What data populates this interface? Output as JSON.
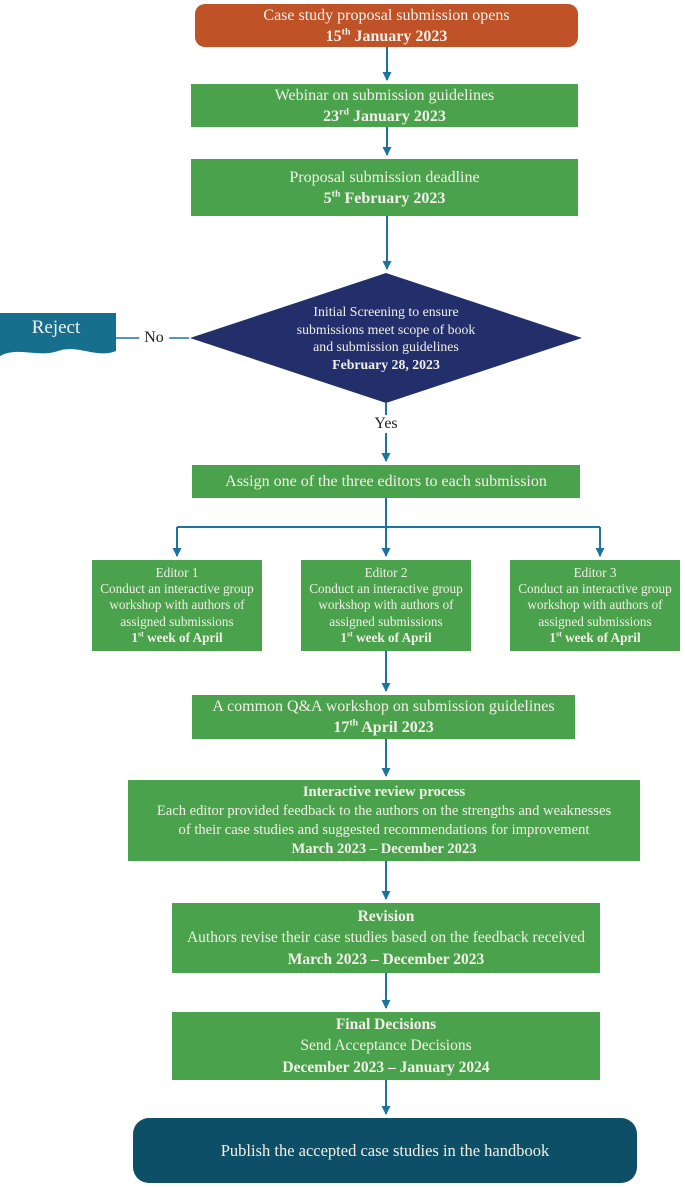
{
  "colors": {
    "orange": "#bf5227",
    "green": "#4ba24c",
    "navy": "#232f6b",
    "teal": "#16708d",
    "teal_dark": "#0d4f66",
    "connector": "#1b74a0",
    "text_light": "#f1efe8",
    "text_dark": "#1f1f1f"
  },
  "labels": {
    "no": "No",
    "yes": "Yes",
    "reject": "Reject"
  },
  "steps": {
    "open": {
      "line": "Case study proposal submission opens",
      "date": {
        "num": "15",
        "ord": "th",
        "rest": " January 2023"
      }
    },
    "webinar": {
      "line": "Webinar on submission guidelines",
      "date": {
        "num": "23",
        "ord": "rd",
        "rest": " January 2023"
      }
    },
    "deadline": {
      "line": "Proposal submission deadline",
      "date": {
        "num": "5",
        "ord": "th",
        "rest": " February 2023"
      }
    },
    "screening": {
      "line1": "Initial Screening to ensure",
      "line2": "submissions meet scope of book",
      "line3": "and submission guidelines",
      "date": "February 28, 2023"
    },
    "assign": {
      "line": "Assign one of the three editors to each submission"
    },
    "editors": [
      {
        "title": "Editor 1",
        "line1": "Conduct an interactive group",
        "line2": "workshop with authors of",
        "line3": "assigned submissions",
        "date": {
          "num": "1",
          "ord": "st",
          "rest": " week of April"
        }
      },
      {
        "title": "Editor 2",
        "line1": "Conduct an interactive group",
        "line2": "workshop with authors of",
        "line3": "assigned submissions",
        "date": {
          "num": "1",
          "ord": "st",
          "rest": " week of April"
        }
      },
      {
        "title": "Editor 3",
        "line1": "Conduct an interactive group",
        "line2": "workshop with authors of",
        "line3": "assigned submissions",
        "date": {
          "num": "1",
          "ord": "st",
          "rest": " week of April"
        }
      }
    ],
    "qa": {
      "line": "A common Q&A workshop on submission guidelines",
      "date": {
        "num": "17",
        "ord": "th",
        "rest": " April 2023"
      }
    },
    "review": {
      "title": "Interactive review process",
      "line1": "Each editor provided feedback to the authors on the strengths and weaknesses",
      "line2": "of their case studies and suggested recommendations for improvement",
      "date": "March 2023 – December 2023"
    },
    "revision": {
      "title": "Revision",
      "line1": "Authors revise their case studies based on the feedback received",
      "date": "March 2023 – December 2023"
    },
    "final": {
      "title": "Final Decisions",
      "line1": "Send Acceptance Decisions",
      "date": "December 2023 – January 2024"
    },
    "publish": {
      "line": "Publish the accepted case studies in the handbook"
    }
  }
}
